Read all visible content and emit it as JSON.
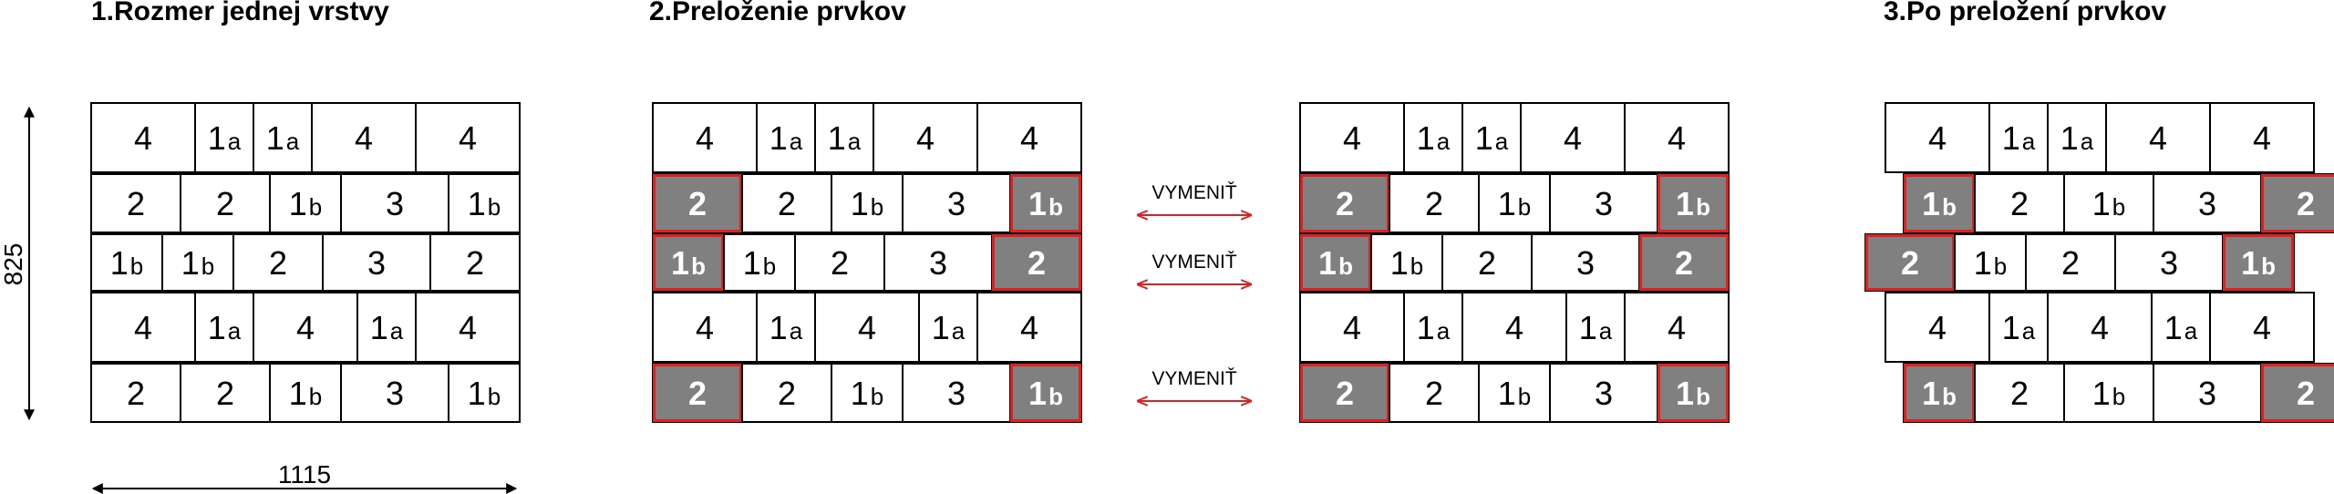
{
  "titles": [
    "1.Rozmer jednej vrstvy",
    "2.Preloženie prvkov",
    "3.Po preložení prvkov"
  ],
  "dimensions": {
    "height": "825",
    "width": "1115"
  },
  "swap_label": "VYMENIŤ",
  "colors": {
    "highlight_fill": "#808080",
    "highlight_stroke": "#e02020",
    "swap_arrow": "#e02020",
    "line": "#000000"
  },
  "walls": [
    {
      "id": "wall-1",
      "rows": [
        [
          {
            "n": "4"
          },
          {
            "n": "1",
            "s": "a"
          },
          {
            "n": "1",
            "s": "a"
          },
          {
            "n": "4"
          },
          {
            "n": "4"
          }
        ],
        [
          {
            "n": "2"
          },
          {
            "n": "2"
          },
          {
            "n": "1",
            "s": "b"
          },
          {
            "n": "3"
          },
          {
            "n": "1",
            "s": "b"
          }
        ],
        [
          {
            "n": "1",
            "s": "b"
          },
          {
            "n": "1",
            "s": "b"
          },
          {
            "n": "2"
          },
          {
            "n": "3"
          },
          {
            "n": "2"
          }
        ],
        [
          {
            "n": "4"
          },
          {
            "n": "1",
            "s": "a"
          },
          {
            "n": "4"
          },
          {
            "n": "1",
            "s": "a"
          },
          {
            "n": "4"
          }
        ],
        [
          {
            "n": "2"
          },
          {
            "n": "2"
          },
          {
            "n": "1",
            "s": "b"
          },
          {
            "n": "3"
          },
          {
            "n": "1",
            "s": "b"
          }
        ]
      ]
    },
    {
      "id": "wall-2a",
      "rows": [
        [
          {
            "n": "4"
          },
          {
            "n": "1",
            "s": "a"
          },
          {
            "n": "1",
            "s": "a"
          },
          {
            "n": "4"
          },
          {
            "n": "4"
          }
        ],
        [
          {
            "n": "2",
            "h": true
          },
          {
            "n": "2"
          },
          {
            "n": "1",
            "s": "b"
          },
          {
            "n": "3"
          },
          {
            "n": "1",
            "s": "b",
            "h": true
          }
        ],
        [
          {
            "n": "1",
            "s": "b",
            "h": true
          },
          {
            "n": "1",
            "s": "b"
          },
          {
            "n": "2"
          },
          {
            "n": "3"
          },
          {
            "n": "2",
            "h": true
          }
        ],
        [
          {
            "n": "4"
          },
          {
            "n": "1",
            "s": "a"
          },
          {
            "n": "4"
          },
          {
            "n": "1",
            "s": "a"
          },
          {
            "n": "4"
          }
        ],
        [
          {
            "n": "2",
            "h": true
          },
          {
            "n": "2"
          },
          {
            "n": "1",
            "s": "b"
          },
          {
            "n": "3"
          },
          {
            "n": "1",
            "s": "b",
            "h": true
          }
        ]
      ]
    },
    {
      "id": "wall-2b",
      "rows": [
        [
          {
            "n": "4"
          },
          {
            "n": "1",
            "s": "a"
          },
          {
            "n": "1",
            "s": "a"
          },
          {
            "n": "4"
          },
          {
            "n": "4"
          }
        ],
        [
          {
            "n": "2",
            "h": true
          },
          {
            "n": "2"
          },
          {
            "n": "1",
            "s": "b"
          },
          {
            "n": "3"
          },
          {
            "n": "1",
            "s": "b",
            "h": true
          }
        ],
        [
          {
            "n": "1",
            "s": "b",
            "h": true
          },
          {
            "n": "1",
            "s": "b"
          },
          {
            "n": "2"
          },
          {
            "n": "3"
          },
          {
            "n": "2",
            "h": true
          }
        ],
        [
          {
            "n": "4"
          },
          {
            "n": "1",
            "s": "a"
          },
          {
            "n": "4"
          },
          {
            "n": "1",
            "s": "a"
          },
          {
            "n": "4"
          }
        ],
        [
          {
            "n": "2",
            "h": true
          },
          {
            "n": "2"
          },
          {
            "n": "1",
            "s": "b"
          },
          {
            "n": "3"
          },
          {
            "n": "1",
            "s": "b",
            "h": true
          }
        ]
      ]
    },
    {
      "id": "wall-3",
      "rows": [
        [
          {
            "n": "4"
          },
          {
            "n": "1",
            "s": "a"
          },
          {
            "n": "1",
            "s": "a"
          },
          {
            "n": "4"
          },
          {
            "n": "4"
          }
        ],
        [
          {
            "n": "1",
            "s": "b",
            "h": true
          },
          {
            "n": "2"
          },
          {
            "n": "1",
            "s": "b"
          },
          {
            "n": "3"
          },
          {
            "n": "2",
            "h": true
          }
        ],
        [
          {
            "n": "2",
            "h": true
          },
          {
            "n": "1",
            "s": "b"
          },
          {
            "n": "2"
          },
          {
            "n": "3"
          },
          {
            "n": "1",
            "s": "b",
            "h": true
          }
        ],
        [
          {
            "n": "4"
          },
          {
            "n": "1",
            "s": "a"
          },
          {
            "n": "4"
          },
          {
            "n": "1",
            "s": "a"
          },
          {
            "n": "4"
          }
        ],
        [
          {
            "n": "1",
            "s": "b",
            "h": true
          },
          {
            "n": "2"
          },
          {
            "n": "1",
            "s": "b"
          },
          {
            "n": "3"
          },
          {
            "n": "2",
            "h": true
          }
        ]
      ]
    }
  ]
}
